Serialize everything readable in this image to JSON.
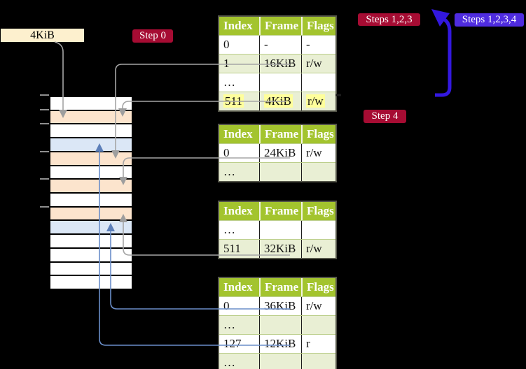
{
  "page_size_label": {
    "text": "4KiB"
  },
  "badges": {
    "step0": {
      "label": "Step 0",
      "bg": "#a60c33"
    },
    "steps123": {
      "label": "Steps 1,2,3",
      "bg": "#a60c33"
    },
    "step4": {
      "label": "Step 4",
      "bg": "#a60c33"
    },
    "steps1234": {
      "label": "Steps 1,2,3,4",
      "bg": "#4f2ce0"
    }
  },
  "tables": {
    "headers": [
      "Index",
      "Frame",
      "Flags"
    ],
    "list": [
      {
        "name": "page-table-1",
        "rows": [
          {
            "index": "0",
            "frame": "-",
            "flags": "-",
            "shade": "white",
            "highlight": false
          },
          {
            "index": "1",
            "frame": "16KiB",
            "flags": "r/w",
            "shade": "green",
            "highlight": false
          },
          {
            "index": "…",
            "frame": "",
            "flags": "",
            "shade": "white",
            "highlight": false
          },
          {
            "index": "511",
            "frame": "4KiB",
            "flags": "r/w",
            "shade": "green",
            "highlight": true
          }
        ]
      },
      {
        "name": "page-table-2",
        "rows": [
          {
            "index": "0",
            "frame": "24KiB",
            "flags": "r/w",
            "shade": "white",
            "highlight": false
          },
          {
            "index": "…",
            "frame": "",
            "flags": "",
            "shade": "green",
            "highlight": false
          }
        ]
      },
      {
        "name": "page-table-3",
        "rows": [
          {
            "index": "…",
            "frame": "",
            "flags": "",
            "shade": "white",
            "highlight": false
          },
          {
            "index": "511",
            "frame": "32KiB",
            "flags": "r/w",
            "shade": "green",
            "highlight": false
          }
        ]
      },
      {
        "name": "page-table-4",
        "rows": [
          {
            "index": "0",
            "frame": "36KiB",
            "flags": "r/w",
            "shade": "white",
            "highlight": false
          },
          {
            "index": "…",
            "frame": "",
            "flags": "",
            "shade": "green",
            "highlight": false
          },
          {
            "index": "127",
            "frame": "12KiB",
            "flags": "r",
            "shade": "white",
            "highlight": false
          },
          {
            "index": "…",
            "frame": "",
            "flags": "",
            "shade": "green",
            "highlight": false
          }
        ]
      }
    ]
  },
  "memory": {
    "rows": [
      {
        "name": "0kib",
        "color": "#ffffff"
      },
      {
        "name": "4kib",
        "color": "#fce4cd"
      },
      {
        "name": "8kib",
        "color": "#ffffff"
      },
      {
        "name": "12kib",
        "color": "#dbe7f6"
      },
      {
        "name": "16kib",
        "color": "#fce4cd"
      },
      {
        "name": "20kib",
        "color": "#ffffff"
      },
      {
        "name": "24kib",
        "color": "#fce4cd"
      },
      {
        "name": "28kib",
        "color": "#ffffff"
      },
      {
        "name": "32kib",
        "color": "#fce4cd"
      },
      {
        "name": "36kib",
        "color": "#dbe7f6"
      },
      {
        "name": "40kib",
        "color": "#ffffff"
      },
      {
        "name": "44kib",
        "color": "#ffffff"
      },
      {
        "name": "48kib",
        "color": "#ffffff"
      },
      {
        "name": "52kib",
        "color": "#ffffff"
      }
    ],
    "tick_ys": [
      136,
      157,
      177,
      217,
      256,
      296
    ]
  },
  "connectors": {
    "grey_color": "#a5a5a5",
    "thin_blue_color": "#6a8ec9",
    "thick_arrow_color": "#3318e0",
    "edges": [
      {
        "from": "4KiB label",
        "to": "memory 4KiB row"
      },
      {
        "from": "table1 entry 1 (16KiB)",
        "to": "memory 16KiB row"
      },
      {
        "from": "table1 entry 511 (4KiB)",
        "to": "memory 4KiB row"
      },
      {
        "from": "table2 entry 0 (24KiB)",
        "to": "memory 24KiB row"
      },
      {
        "from": "table3 entry 511 (32KiB)",
        "to": "memory 32KiB row"
      },
      {
        "from": "table4 entry 0 (36KiB)",
        "to": "memory 36KiB row"
      },
      {
        "from": "table4 entry 127 (12KiB)",
        "to": "memory 12KiB row"
      },
      {
        "from": "step 4 region",
        "to": "steps 1,2,3 region"
      }
    ]
  }
}
